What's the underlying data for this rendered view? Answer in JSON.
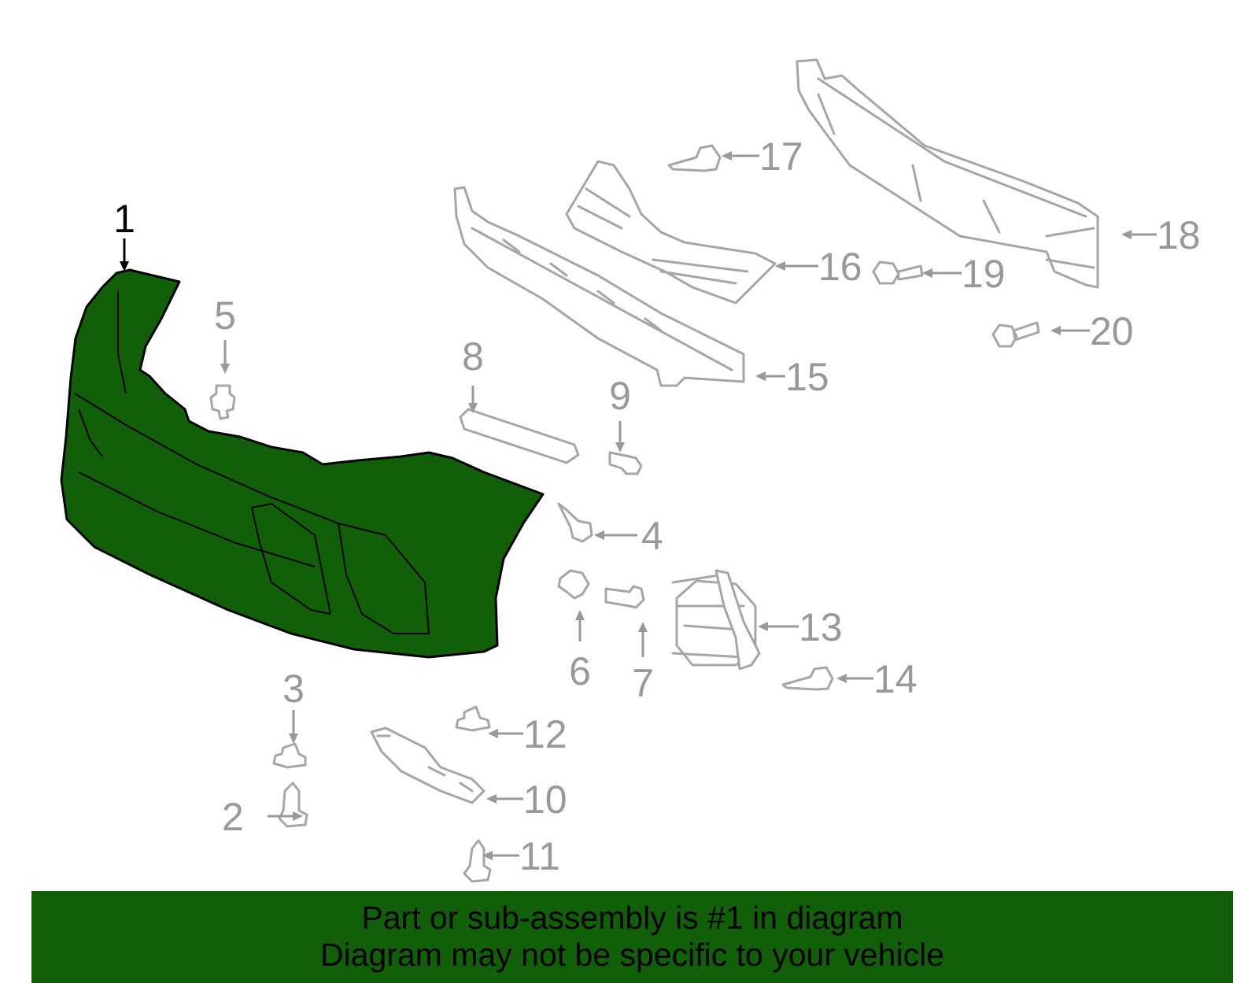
{
  "colors": {
    "highlight": "#116009",
    "banner": "#116009",
    "ghost_line": "#a6a6a6",
    "callout_gray": "#999999",
    "callout_main": "#000000"
  },
  "callouts": {
    "c1": "1",
    "c2": "2",
    "c3": "3",
    "c4": "4",
    "c5": "5",
    "c6": "6",
    "c7": "7",
    "c8": "8",
    "c9": "9",
    "c10": "10",
    "c11": "11",
    "c12": "12",
    "c13": "13",
    "c14": "14",
    "c15": "15",
    "c16": "16",
    "c17": "17",
    "c18": "18",
    "c19": "19",
    "c20": "20"
  },
  "banner": {
    "line1": "Part or sub-assembly is #1 in diagram",
    "line2": "Diagram may not be specific to your vehicle"
  }
}
